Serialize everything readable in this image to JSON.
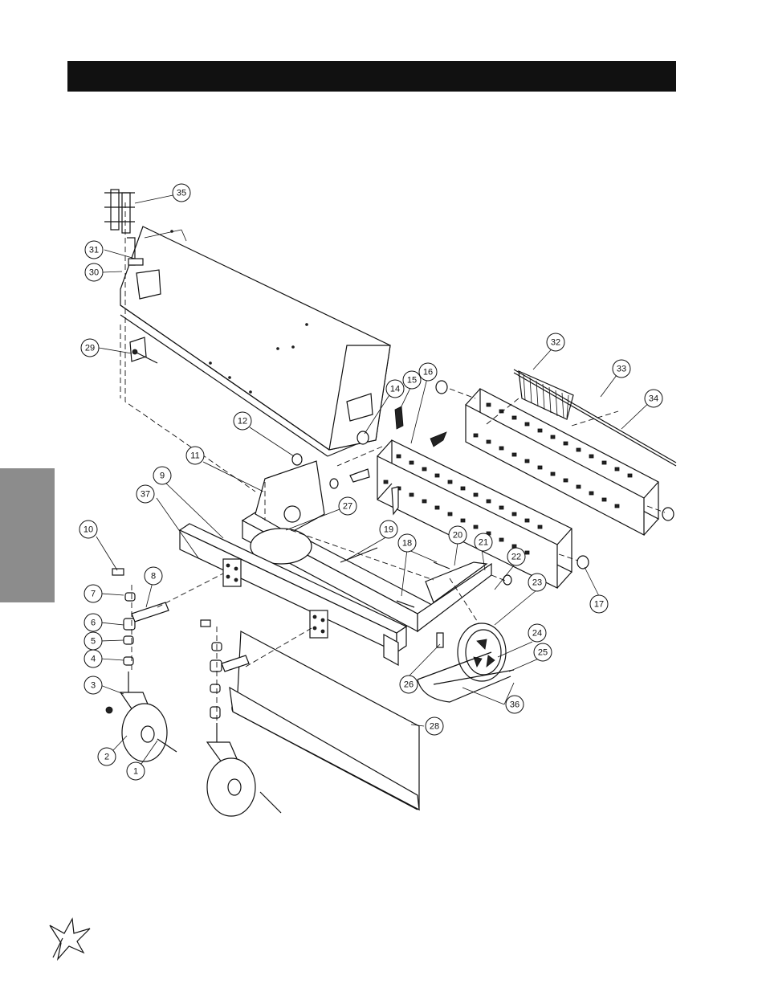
{
  "page": {
    "header_bar": "",
    "side_tab": ""
  },
  "callouts": [
    "1",
    "2",
    "3",
    "4",
    "5",
    "6",
    "7",
    "8",
    "9",
    "10",
    "11",
    "12",
    "14",
    "15",
    "16",
    "17",
    "18",
    "19",
    "20",
    "21",
    "22",
    "23",
    "24",
    "25",
    "26",
    "27",
    "28",
    "29",
    "30",
    "31",
    "32",
    "33",
    "34",
    "35",
    "36",
    "37"
  ],
  "logo": {
    "icon": "starburst-logo-icon"
  }
}
